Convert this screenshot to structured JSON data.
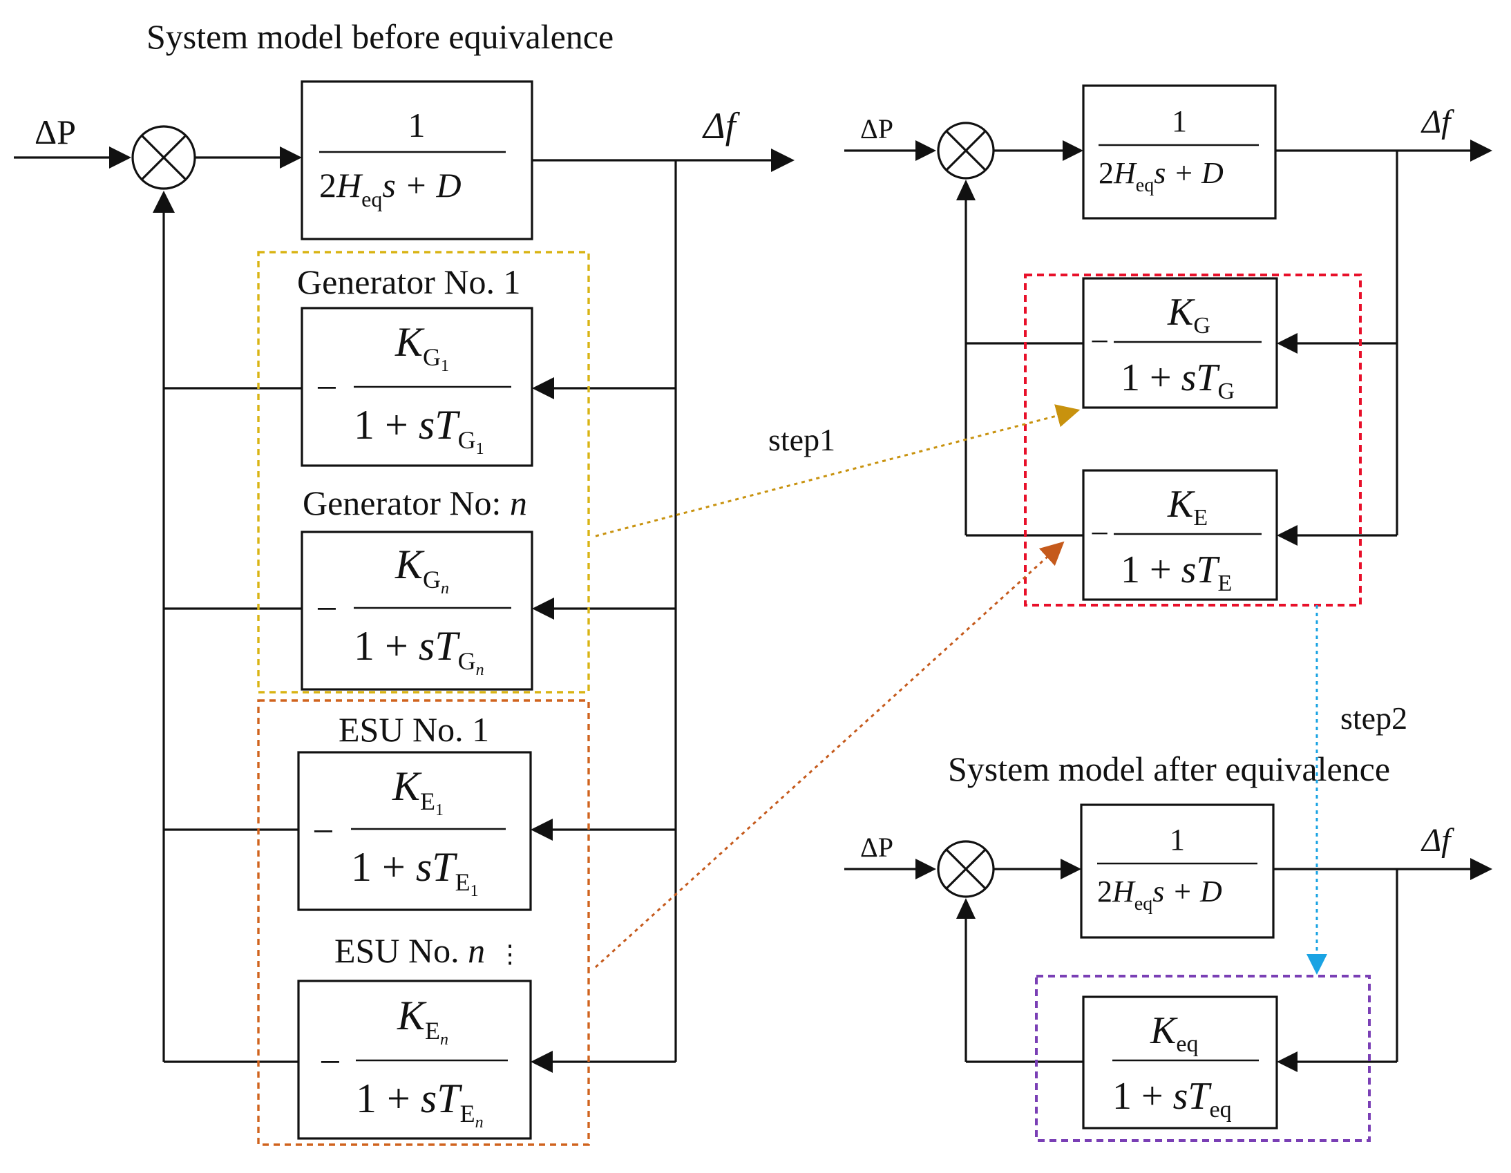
{
  "titles": {
    "before": "System model before equivalence",
    "after": "System model after equivalence"
  },
  "signals": {
    "input_main": "ΔP",
    "output_main": "Δf",
    "input_mid": "ΔP",
    "output_mid": "Δf",
    "input_final": "ΔP",
    "output_final": "Δf"
  },
  "plant": {
    "numerator": "1",
    "den_coef": "2",
    "den_var": "H",
    "den_sub": "eq",
    "den_rest": "s + D"
  },
  "group_labels": {
    "gen1": "Generator No. 1",
    "genn_prefix": "Generator No: ",
    "genn_var": "n",
    "esu1": "ESU No. 1",
    "esun_prefix": "ESU No. ",
    "esun_var": "n",
    "esun_dots": "⋮"
  },
  "blocks": {
    "gen1": {
      "sign": "−",
      "K": "K",
      "sub": "G",
      "subsub": "1",
      "one": "1 + ",
      "s": "s",
      "T": "T"
    },
    "genn": {
      "sign": "−",
      "K": "K",
      "sub": "G",
      "subsub": "n",
      "one": "1 + ",
      "s": "s",
      "T": "T"
    },
    "esu1": {
      "sign": "−",
      "K": "K",
      "sub": "E",
      "subsub": "1",
      "one": "1 + ",
      "s": "s",
      "T": "T"
    },
    "esun": {
      "sign": "−",
      "K": "K",
      "sub": "E",
      "subsub": "n",
      "one": "1 + ",
      "s": "s",
      "T": "T"
    },
    "kg": {
      "sign": "−",
      "K": "K",
      "sub": "G",
      "one": "1 + ",
      "s": "s",
      "T": "T"
    },
    "ke": {
      "sign": "−",
      "K": "K",
      "sub": "E",
      "one": "1 + ",
      "s": "s",
      "T": "T"
    },
    "keq": {
      "K": "K",
      "sub": "eq",
      "one": "1 + ",
      "s": "s",
      "T": "T"
    }
  },
  "steps": {
    "step1": "step1",
    "step2": "step2"
  },
  "colors": {
    "generator_group": "#d9b414",
    "esu_group": "#d0631e",
    "step1_group": "#e8102a",
    "step2_group": "#7a3fb5",
    "step2_arrow": "#1aa3e3"
  }
}
